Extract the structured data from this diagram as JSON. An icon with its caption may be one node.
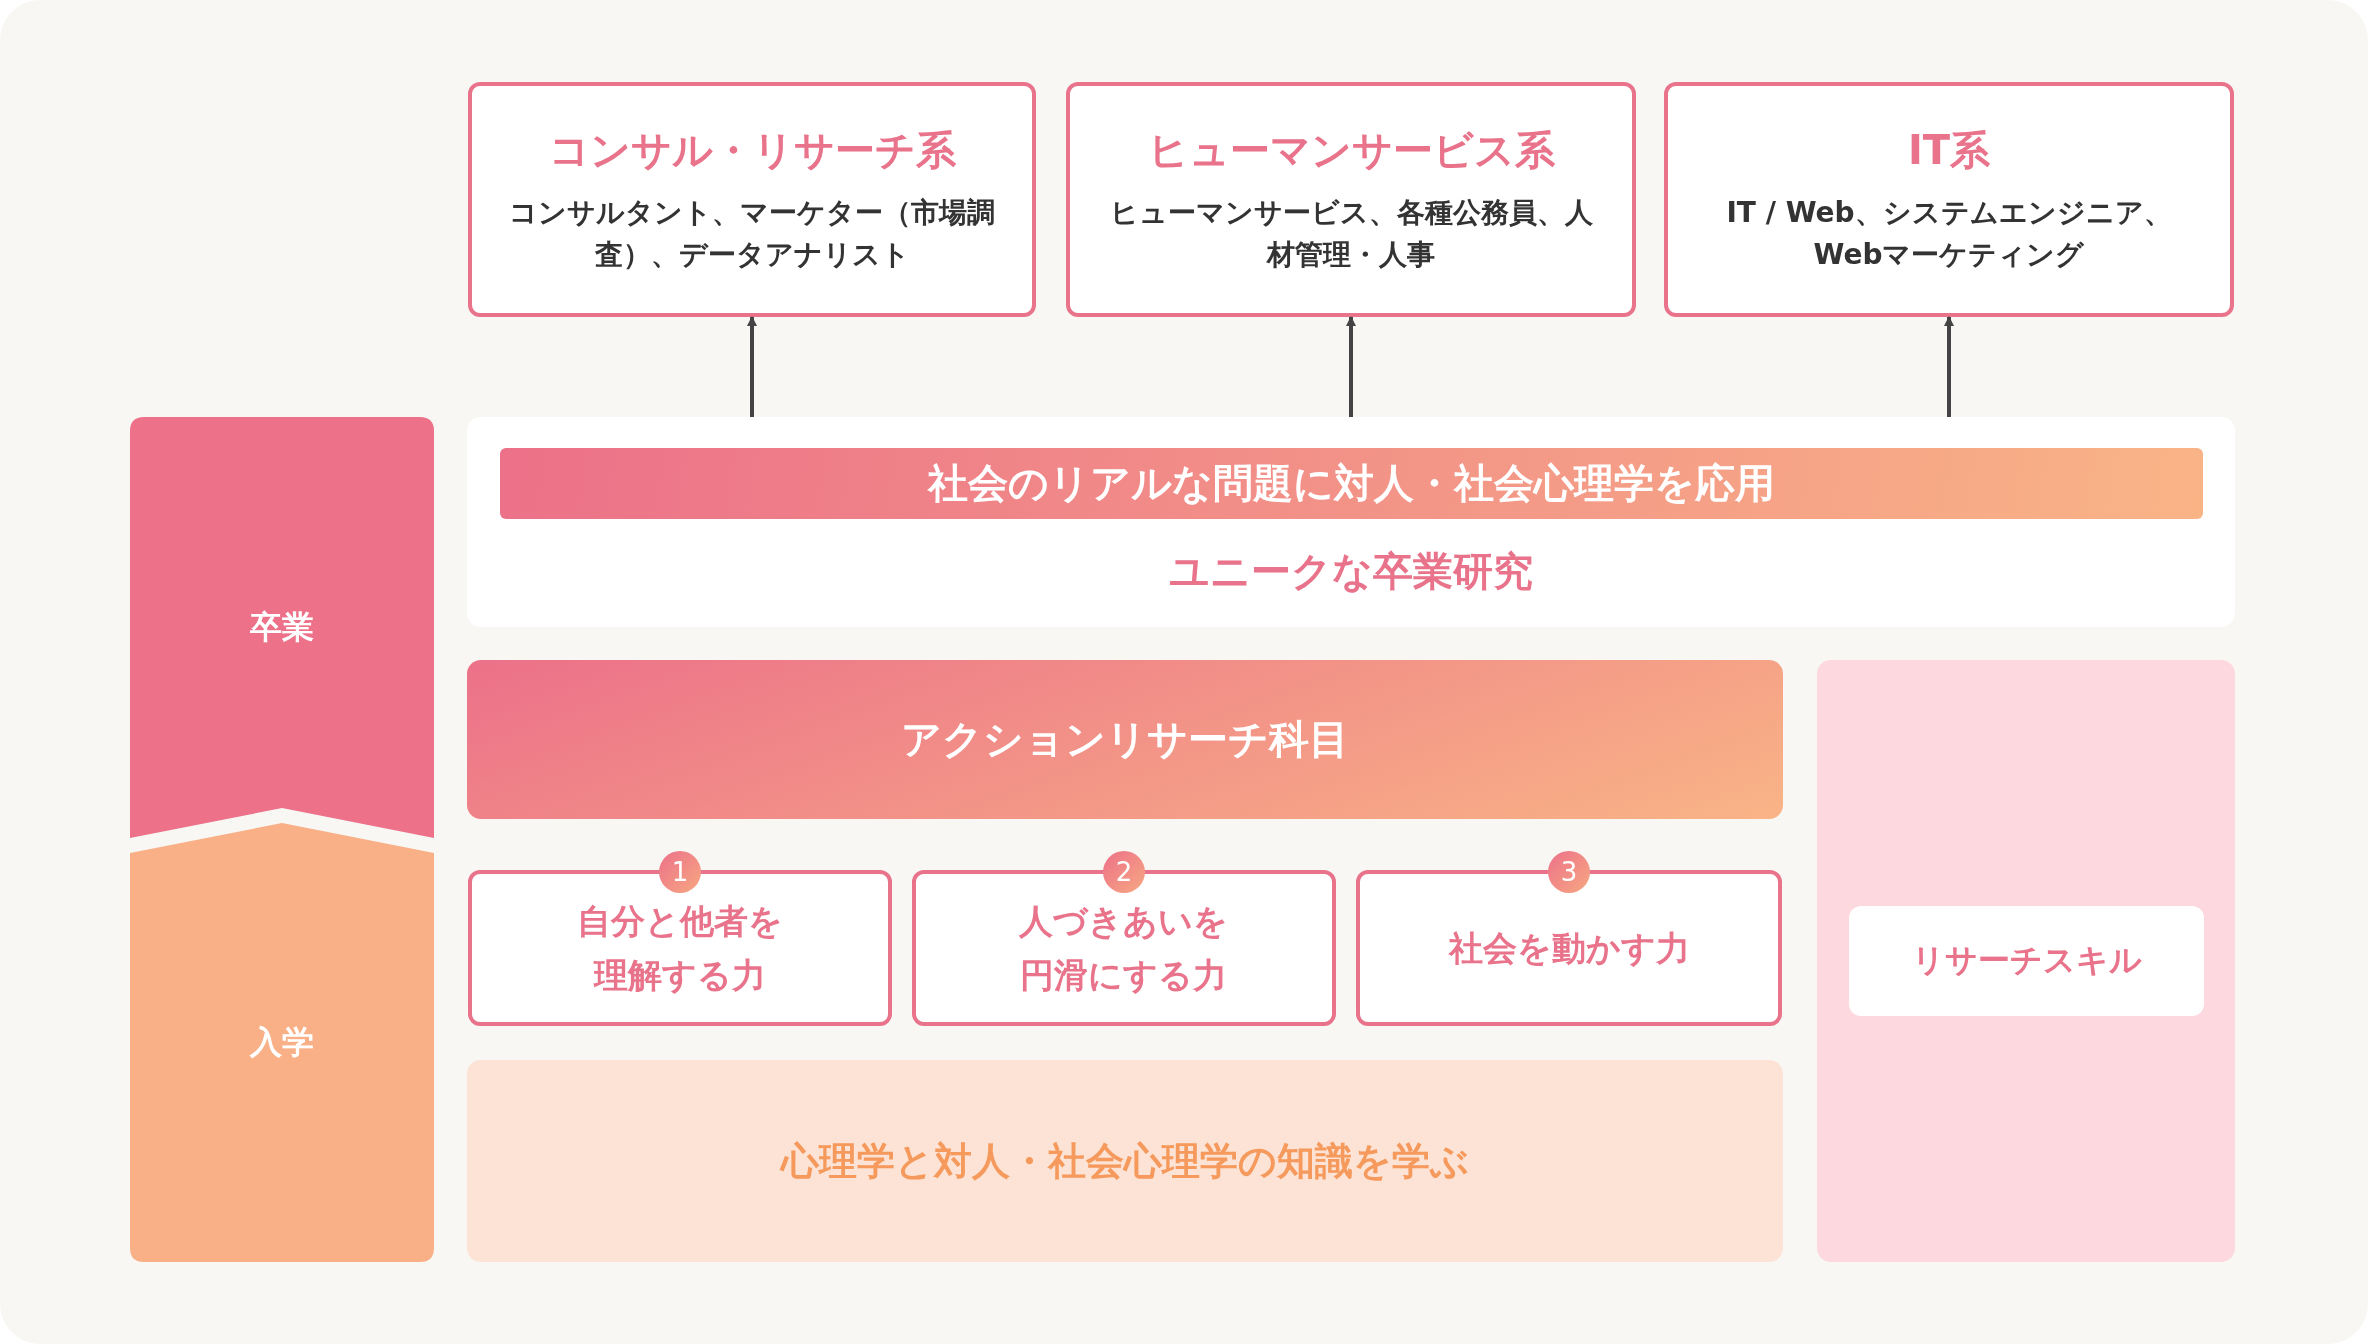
{
  "diagram": {
    "nodes": [
      {
        "text": [
          "コンサル・リサーチ系",
          "コンサルタント、マーケター（市場調査）、データアナリスト"
        ]
      },
      {
        "text": [
          "ヒューマンサービス系",
          "ヒューマンサービス、各種公務員、人材管理・人事"
        ]
      },
      {
        "text": [
          "IT系",
          "IT / Web、システムエンジニア、Webマーケティング"
        ]
      },
      {
        "text": [
          "ユニークな卒業研究"
        ]
      },
      {
        "text": [
          "社会のリアルな問題に対人・社会心理学を応用"
        ],
        "in": 3
      },
      {
        "text": [
          "アクションリサーチ科目"
        ]
      },
      {
        "text": [
          "1",
          "自分と他者を理解する力"
        ]
      },
      {
        "text": [
          "2",
          "人づきあいを円滑にする力"
        ]
      },
      {
        "text": [
          "3",
          "社会を動かす力"
        ]
      },
      {
        "text": [
          "心理学と対人・社会心理学の知識を学ぶ"
        ]
      },
      {
        "text": [],
        "shape": "box"
      },
      {
        "text": [
          "リサーチスキル"
        ],
        "in": 10
      },
      {
        "text": [
          "卒業"
        ]
      },
      {
        "text": [
          "入学"
        ]
      }
    ],
    "edges": [
      {
        "from": 3,
        "to": 0,
        "arrow": "to"
      },
      {
        "from": 3,
        "to": 1,
        "arrow": "to"
      },
      {
        "from": 3,
        "to": 2,
        "arrow": "to"
      }
    ]
  }
}
